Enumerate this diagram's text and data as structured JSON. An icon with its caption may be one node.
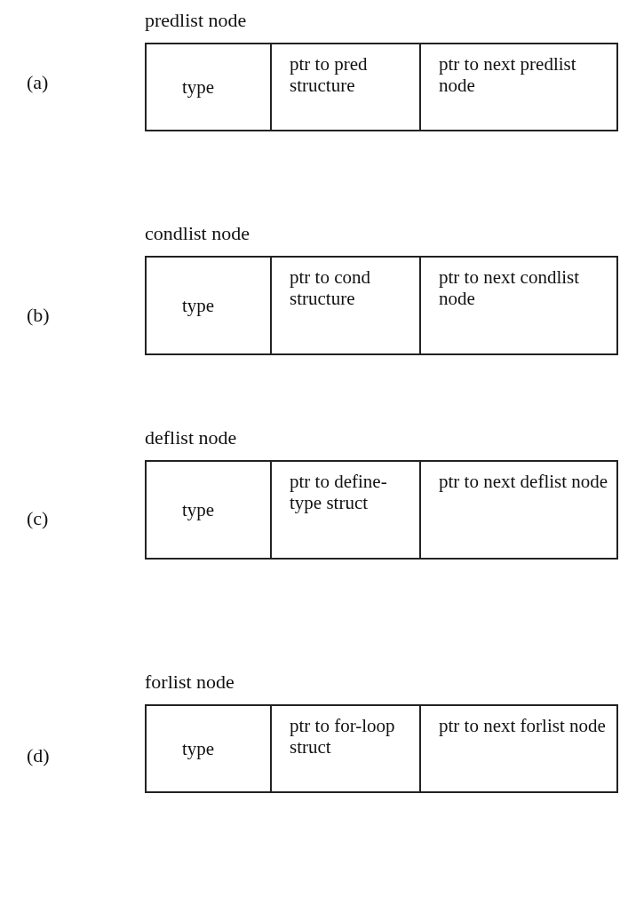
{
  "diagram": {
    "nodes": [
      {
        "text": [
          "predlist node"
        ]
      },
      {
        "text": [
          "type"
        ],
        "in": 0
      },
      {
        "text": [
          "ptr to pred structure"
        ],
        "in": 0
      },
      {
        "text": [
          "ptr to next predlist node"
        ],
        "in": 0
      },
      {
        "text": [
          "condlist node"
        ]
      },
      {
        "text": [
          "type"
        ],
        "in": 4
      },
      {
        "text": [
          "ptr to cond structure"
        ],
        "in": 4
      },
      {
        "text": [
          "ptr to next condlist node"
        ],
        "in": 4
      },
      {
        "text": [
          "deflist node"
        ]
      },
      {
        "text": [
          "type"
        ],
        "in": 8
      },
      {
        "text": [
          "ptr to define-type struct"
        ],
        "in": 8
      },
      {
        "text": [
          "ptr to next deflist node"
        ],
        "in": 8
      },
      {
        "text": [
          "forlist node"
        ]
      },
      {
        "text": [
          "type"
        ],
        "in": 12
      },
      {
        "text": [
          "ptr to for-loop struct"
        ],
        "in": 12
      },
      {
        "text": [
          "ptr to next forlist node"
        ],
        "in": 12
      }
    ],
    "edges": [],
    "labels": [
      "(a)",
      "(b)",
      "(c)",
      "(d)"
    ]
  }
}
